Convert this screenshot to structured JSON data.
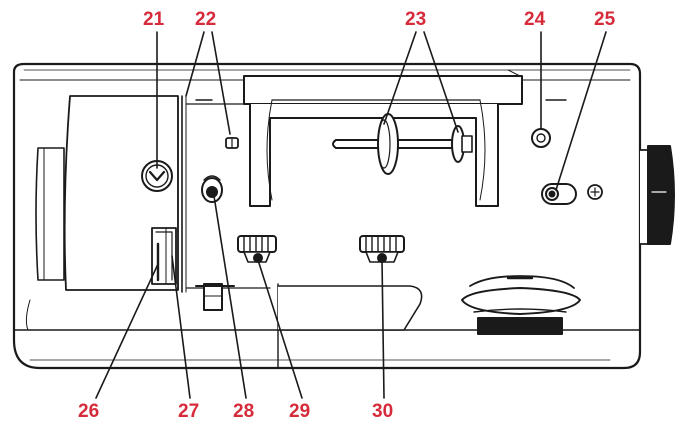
{
  "callouts": {
    "c21": "21",
    "c22": "22",
    "c23": "23",
    "c24": "24",
    "c25": "25",
    "c26": "26",
    "c27": "27",
    "c28": "28",
    "c29": "29",
    "c30": "30"
  },
  "colors": {
    "callout": "#d52b3b",
    "outline": "#1a1a1a",
    "body": "#ffffff"
  }
}
